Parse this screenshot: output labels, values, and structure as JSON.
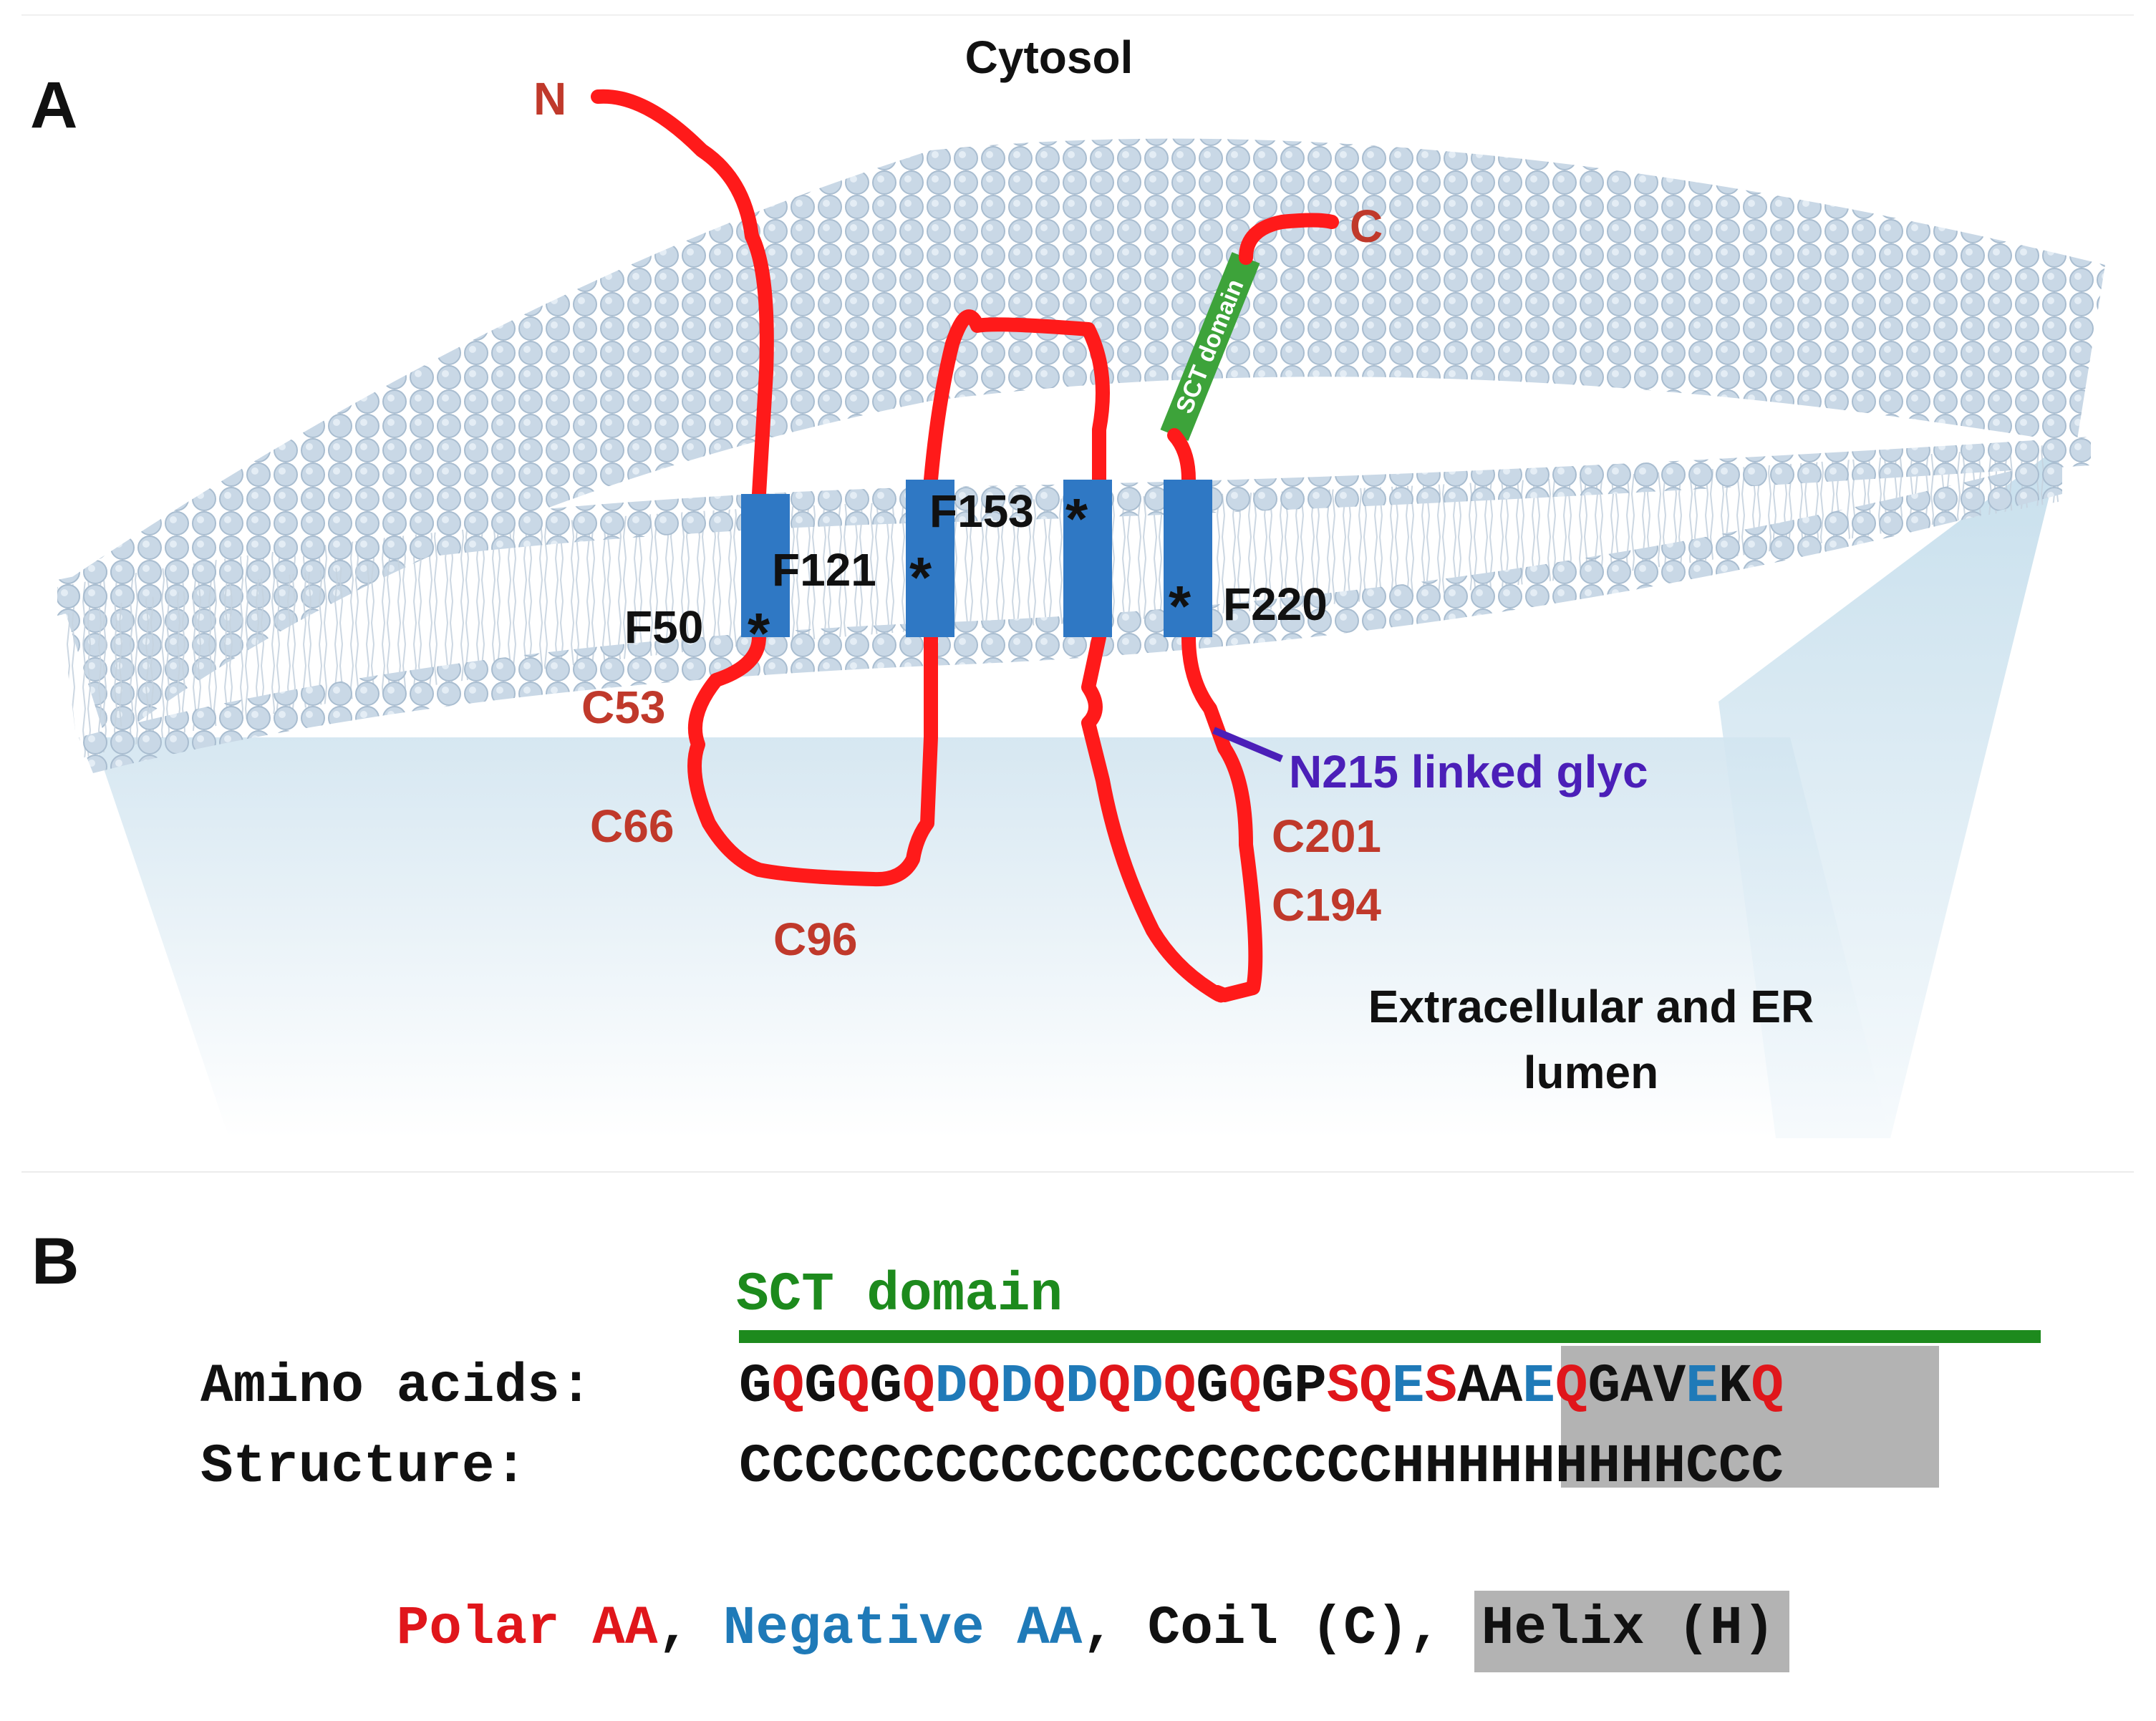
{
  "colors": {
    "chain": "#ff1a1a",
    "tm_helix": "#2f78c4",
    "sct_domain": "#3da33a",
    "glyc_label": "#4b1fb8",
    "residue_label": "#c0392b",
    "polar": "#e0161b",
    "negative": "#1f7ab8",
    "neutral": "#111111",
    "helix_highlight": "#b3b3b3",
    "membrane_head": "#c9d8e6"
  },
  "panel_a": {
    "letter": "A",
    "cytosol": "Cytosol",
    "lumen_line1": "Extracellular and ER",
    "lumen_line2": "lumen",
    "n_term": "N",
    "c_term": "C",
    "sct_domain": "SCT domain",
    "glycosylation": "N215 linked glyc",
    "phe_labels": [
      "F50",
      "F121",
      "F153",
      "F220"
    ],
    "asterisk": "*",
    "cys_labels": [
      "C53",
      "C66",
      "C96",
      "C201",
      "C194"
    ]
  },
  "panel_b": {
    "letter": "B",
    "domain_label": "SCT domain",
    "aa_label": "Amino acids:",
    "structure_label": "Structure:",
    "sequence": [
      {
        "r": "G",
        "t": "n"
      },
      {
        "r": "Q",
        "t": "p"
      },
      {
        "r": "G",
        "t": "n"
      },
      {
        "r": "Q",
        "t": "p"
      },
      {
        "r": "G",
        "t": "n"
      },
      {
        "r": "Q",
        "t": "p"
      },
      {
        "r": "D",
        "t": "g"
      },
      {
        "r": "Q",
        "t": "p"
      },
      {
        "r": "D",
        "t": "g"
      },
      {
        "r": "Q",
        "t": "p"
      },
      {
        "r": "D",
        "t": "g"
      },
      {
        "r": "Q",
        "t": "p"
      },
      {
        "r": "D",
        "t": "g"
      },
      {
        "r": "Q",
        "t": "p"
      },
      {
        "r": "G",
        "t": "n"
      },
      {
        "r": "Q",
        "t": "p"
      },
      {
        "r": "G",
        "t": "n"
      },
      {
        "r": "P",
        "t": "n"
      },
      {
        "r": "S",
        "t": "p"
      },
      {
        "r": "Q",
        "t": "p"
      },
      {
        "r": "E",
        "t": "g"
      },
      {
        "r": "S",
        "t": "p"
      },
      {
        "r": "A",
        "t": "n"
      },
      {
        "r": "A",
        "t": "n"
      },
      {
        "r": "E",
        "t": "g"
      },
      {
        "r": "Q",
        "t": "p"
      },
      {
        "r": "G",
        "t": "n"
      },
      {
        "r": "A",
        "t": "n"
      },
      {
        "r": "V",
        "t": "n"
      },
      {
        "r": "E",
        "t": "g"
      },
      {
        "r": "K",
        "t": "n"
      },
      {
        "r": "Q",
        "t": "p"
      }
    ],
    "structure": "CCCCCCCCCCCCCCCCCCCCHHHHHHHHHCCC",
    "legend": {
      "polar": "Polar AA",
      "sep1": ",",
      "negative": "Negative AA",
      "sep2": ",",
      "coil": "Coil (C)",
      "sep3": ",",
      "helix": "Helix (H)"
    }
  }
}
